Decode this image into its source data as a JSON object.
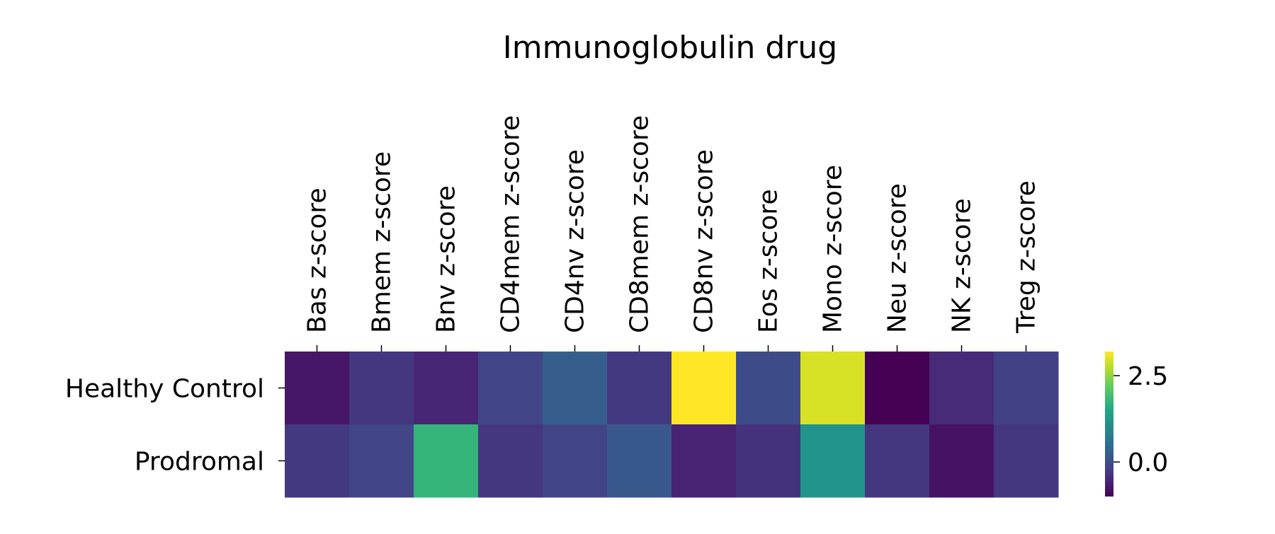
{
  "chart_data": {
    "type": "heatmap",
    "title": "Immunoglobulin drug",
    "columns": [
      "Bas z-score",
      "Bmem z-score",
      "Bnv z-score",
      "CD4mem z-score",
      "CD4nv z-score",
      "CD8mem z-score",
      "CD8nv z-score",
      "Eos z-score",
      "Mono z-score",
      "Neu z-score",
      "NK z-score",
      "Treg z-score"
    ],
    "rows": [
      "Healthy Control",
      "Prodromal"
    ],
    "values": [
      [
        -0.75,
        -0.35,
        -0.55,
        -0.15,
        0.25,
        -0.3,
        3.2,
        -0.05,
        2.95,
        -1.0,
        -0.5,
        -0.2
      ],
      [
        -0.3,
        -0.15,
        1.75,
        -0.35,
        -0.15,
        0.15,
        -0.6,
        -0.4,
        1.15,
        -0.35,
        -0.8,
        -0.35
      ]
    ],
    "colormap": "viridis",
    "colorbar": {
      "vmin": -1.0,
      "vmax": 3.2,
      "ticks": [
        2.5,
        0.0
      ],
      "tick_labels": [
        "2.5",
        "0.0"
      ]
    }
  }
}
